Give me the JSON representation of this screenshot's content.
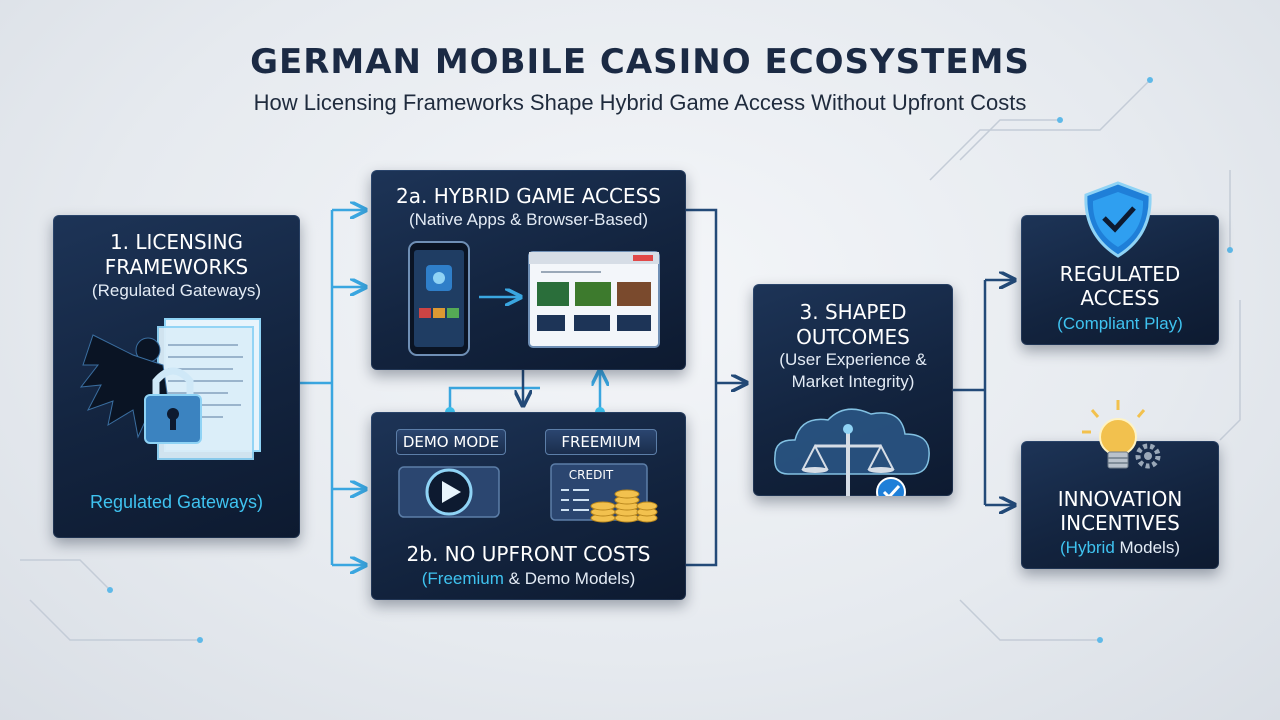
{
  "header": {
    "title": "GERMAN MOBILE CASINO ECOSYSTEMS",
    "subtitle": "How Licensing Frameworks Shape Hybrid Game Access Without Upfront Costs"
  },
  "nodes": {
    "licensing": {
      "title_line1": "1. LICENSING",
      "title_line2": "FRAMEWORKS",
      "subtitle": "(Regulated Gateways)",
      "footer": "Regulated Gateways)"
    },
    "hybrid_access": {
      "title": "2a. HYBRID GAME ACCESS",
      "subtitle": "(Native Apps & Browser-Based)"
    },
    "no_upfront": {
      "title": "2b. NO UPFRONT COSTS",
      "subtitle_highlight": "(Freemium",
      "subtitle_rest": " & Demo Models)",
      "demo_label": "DEMO MODE",
      "freemium_label": "FREEMIUM",
      "credit_label": "CREDIT"
    },
    "outcomes": {
      "title_line1": "3. SHAPED",
      "title_line2": "OUTCOMES",
      "subtitle_line1": "(User Experience &",
      "subtitle_line2": "Market Integrity)"
    },
    "regulated_access": {
      "title_line1": "REGULATED",
      "title_line2": "ACCESS",
      "subtitle": "(Compliant Play)"
    },
    "innovation": {
      "title_line1": "INNOVATION",
      "title_line2": "INCENTIVES",
      "subtitle_highlight": "(Hybrid",
      "subtitle_rest": " Models)"
    }
  },
  "colors": {
    "navy": "#13243f",
    "accent_cyan": "#3fc3f0",
    "connector": "#2f7fc9",
    "gold": "#f2c14e"
  }
}
